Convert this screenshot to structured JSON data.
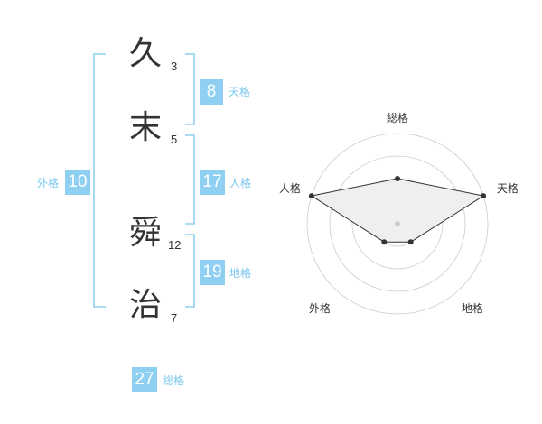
{
  "name": {
    "chars": [
      {
        "char": "久",
        "strokes": "3"
      },
      {
        "char": "末",
        "strokes": "5"
      },
      {
        "char": "舜",
        "strokes": "12"
      },
      {
        "char": "治",
        "strokes": "7"
      }
    ]
  },
  "fortune": {
    "tenkaku": {
      "value": "8",
      "label": "天格"
    },
    "jinkaku": {
      "value": "17",
      "label": "人格"
    },
    "chikaku": {
      "value": "19",
      "label": "地格"
    },
    "gaikaku": {
      "value": "10",
      "label": "外格"
    },
    "soukaku": {
      "value": "27",
      "label": "総格"
    }
  },
  "radar": {
    "labels": {
      "top": "総格",
      "right_top": "天格",
      "right_bottom": "地格",
      "left_bottom": "外格",
      "left_top": "人格"
    },
    "scores": {
      "soukaku": 0.5,
      "tenkaku": 1.0,
      "chikaku": 0.25,
      "gaikaku": 0.25,
      "jinkaku": 1.0
    },
    "colors": {
      "bracket": "#8fcff2",
      "fill": "#efefef",
      "line": "#333333",
      "ring": "#cccccc"
    }
  }
}
